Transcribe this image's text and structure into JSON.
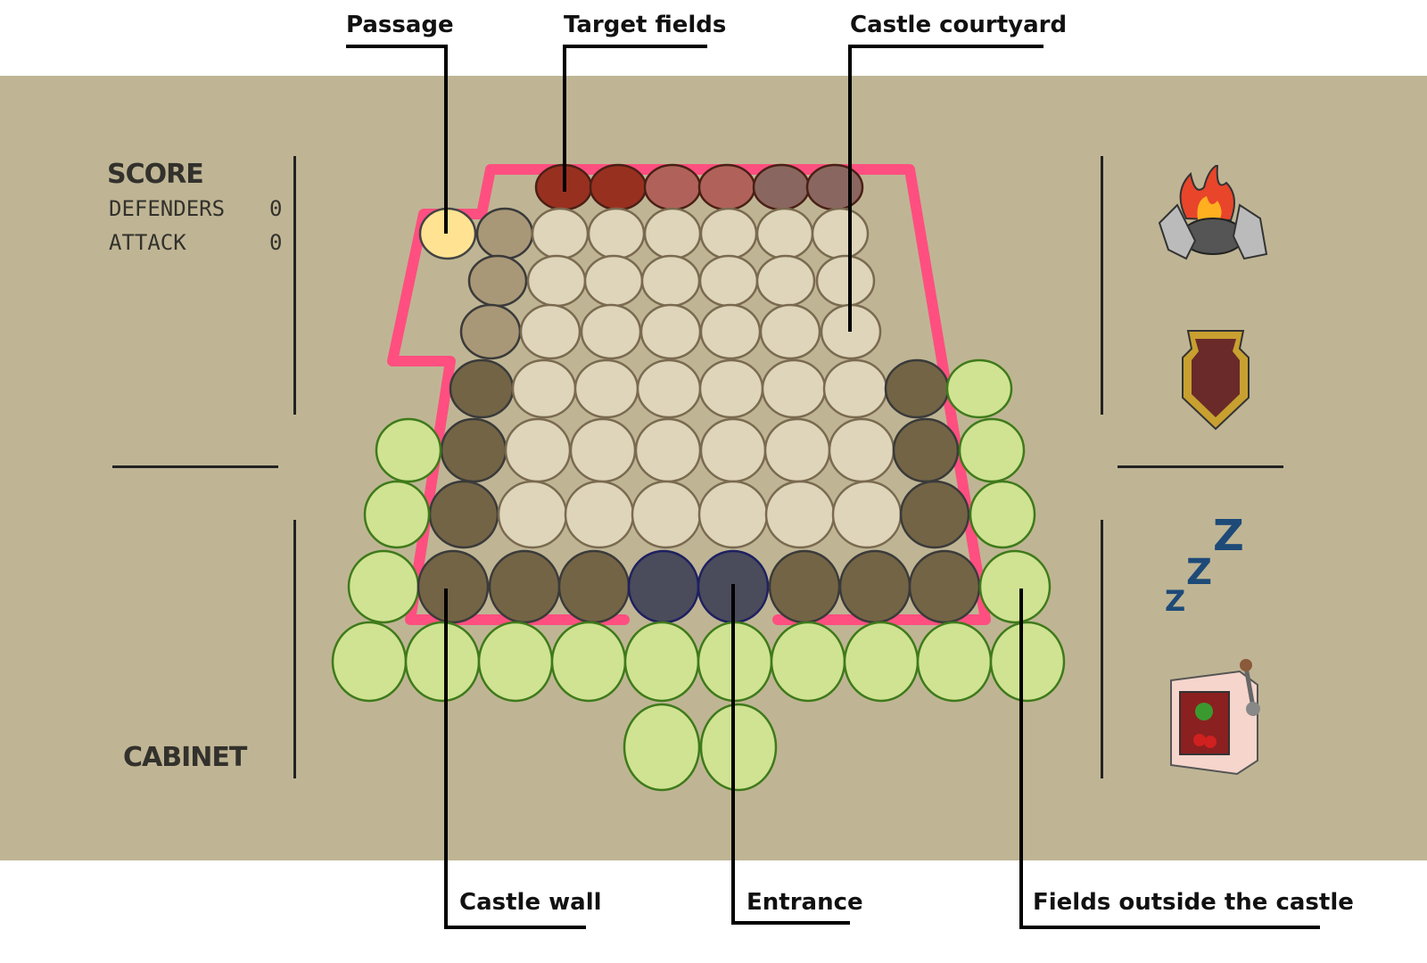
{
  "annotations": {
    "passage": "Passage",
    "target_fields": "Target fields",
    "castle_courtyard": "Castle courtyard",
    "castle_wall": "Castle wall",
    "entrance": "Entrance",
    "fields_outside": "Fields outside the castle"
  },
  "score": {
    "title": "SCORE",
    "rows": [
      {
        "label": "DEFENDERS",
        "value": "0"
      },
      {
        "label": "ATTACK",
        "value": "0"
      }
    ]
  },
  "cabinet": {
    "title": "CABINET"
  },
  "tools": [
    {
      "icon": "campfire-icon"
    },
    {
      "icon": "shield-icon"
    },
    {
      "icon": "sleep-zzz-icon"
    },
    {
      "icon": "slot-machine-icon"
    }
  ],
  "colors": {
    "background": "#bfb594",
    "castle_outline": "#ff4f80",
    "target_dark": "#983020",
    "target_mid": "#b0625a",
    "target_light": "#8a6660",
    "passage": "#ffe392",
    "wall_light": "#a99877",
    "wall_dark": "#736445",
    "courtyard": "#ded5ba",
    "entrance": "#4a4b5b",
    "outside": "#cfe393"
  }
}
